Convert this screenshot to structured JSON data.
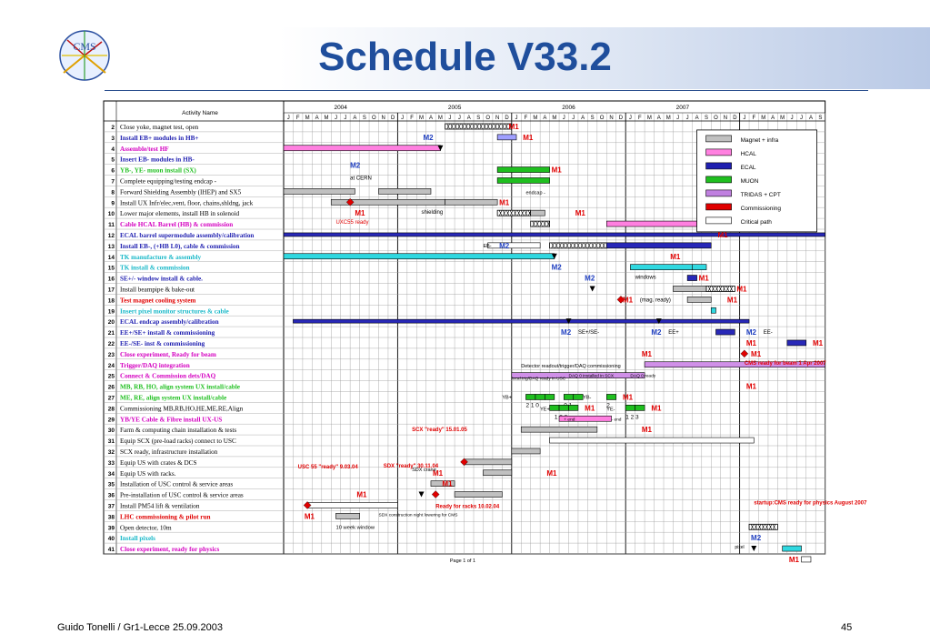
{
  "slide_title": "Schedule V33.2",
  "logo_text": "CMS",
  "footer": {
    "left": "Guido Tonelli / Gr1-Lecce 25.09.2003",
    "page_number": "45"
  },
  "gantt": {
    "activity_header": "Activity Name",
    "years": [
      "2004",
      "2005",
      "2006",
      "2007"
    ],
    "month_letters": [
      "J",
      "F",
      "M",
      "A",
      "M",
      "J",
      "J",
      "A",
      "S",
      "O",
      "N",
      "D"
    ],
    "months_2007": [
      "J",
      "F",
      "M",
      "A",
      "M",
      "J",
      "J",
      "A",
      "S"
    ],
    "page_label": "Page 1 of 1",
    "colors": {
      "blue": "#1f1fb0",
      "magenta": "#d400c0",
      "green": "#1fbf1f",
      "cyan": "#18b8c8",
      "red": "#e00000",
      "black": "#000000",
      "milestone_red": "#e00000",
      "milestone_blue": "#1f3fc0"
    },
    "rows": [
      {
        "n": "2",
        "label": "Close yoke, magnet test, open",
        "color": "black"
      },
      {
        "n": "3",
        "label": "Install EB+ modules in HB+",
        "color": "blue"
      },
      {
        "n": "4",
        "label": "Assemble/test HF",
        "color": "magenta"
      },
      {
        "n": "5",
        "label": "Insert EB- modules in HB-",
        "color": "blue"
      },
      {
        "n": "6",
        "label": "YB-, YE- muon install (SX)",
        "color": "green"
      },
      {
        "n": "7",
        "label": "Complete equipping/testing endcap -",
        "color": "black"
      },
      {
        "n": "8",
        "label": "Forward Shielding Assembly (IHEP) and  SX5",
        "color": "black"
      },
      {
        "n": "9",
        "label": "Install UX Infr/elec,vent, floor, chains,shldng, jack",
        "color": "black"
      },
      {
        "n": "10",
        "label": "Lower major elements, install HB in solenoid",
        "color": "black"
      },
      {
        "n": "11",
        "label": "Cable HCAL Barrel (HB)  & commission",
        "color": "magenta"
      },
      {
        "n": "12",
        "label": "ECAL barrel supermodule assembly/calibration",
        "color": "blue"
      },
      {
        "n": "13",
        "label": "Install EB-, (+HB L0), cable & commission",
        "color": "blue"
      },
      {
        "n": "14",
        "label": "TK manufacture & assembly",
        "color": "cyan"
      },
      {
        "n": "15",
        "label": "TK install & commission",
        "color": "cyan"
      },
      {
        "n": "16",
        "label": "SE+/- window  install & cable.",
        "color": "blue"
      },
      {
        "n": "17",
        "label": "Install beampipe & bake-out",
        "color": "black"
      },
      {
        "n": "18",
        "label": "Test magnet cooling system",
        "color": "red"
      },
      {
        "n": "19",
        "label": "Insert pixel monitor structures & cable",
        "color": "cyan"
      },
      {
        "n": "20",
        "label": "ECAL endcap assembly/calibration",
        "color": "blue"
      },
      {
        "n": "21",
        "label": "EE+/SE+ install & commissioning",
        "color": "blue"
      },
      {
        "n": "22",
        "label": "EE-/SE-  inst & commissioning",
        "color": "blue"
      },
      {
        "n": "23",
        "label": "Close experiment, Ready for beam",
        "color": "magenta"
      },
      {
        "n": "24",
        "label": "Trigger/DAQ integration",
        "color": "magenta"
      },
      {
        "n": "25",
        "label": "Connect & Commission dets/DAQ",
        "color": "magenta"
      },
      {
        "n": "26",
        "label": "MB, RB, HO, align system UX install/cable",
        "color": "green"
      },
      {
        "n": "27",
        "label": "ME, RE, align system UX install/cable",
        "color": "green"
      },
      {
        "n": "28",
        "label": "Commissioning MB,RB,HO,HE,ME,RE,Align",
        "color": "black"
      },
      {
        "n": "29",
        "label": "YB/YE Cable & Fibre install UX-US",
        "color": "magenta"
      },
      {
        "n": "30",
        "label": "Farm & computing chain installation & tests",
        "color": "black"
      },
      {
        "n": "31",
        "label": "Equip SCX  (pre-load racks) connect to  USC",
        "color": "black"
      },
      {
        "n": "32",
        "label": "SCX ready, infrastructure installation",
        "color": "black"
      },
      {
        "n": "33",
        "label": "Equip US with crates & DCS",
        "color": "black"
      },
      {
        "n": "34",
        "label": "Equip US with racks.",
        "color": "black"
      },
      {
        "n": "35",
        "label": "Installation of USC control & service areas",
        "color": "black"
      },
      {
        "n": "36",
        "label": "Pre-installation of USC control & service areas",
        "color": "black"
      },
      {
        "n": "37",
        "label": "Install PM54 lift & ventilation",
        "color": "black"
      },
      {
        "n": "38",
        "label": "LHC commissioning & pilot run",
        "color": "red"
      },
      {
        "n": "39",
        "label": "Open detector, 10m",
        "color": "black"
      },
      {
        "n": "40",
        "label": "Install pixels",
        "color": "cyan"
      },
      {
        "n": "41",
        "label": "Close experiment, ready for physics",
        "color": "magenta"
      }
    ],
    "legend": [
      {
        "label": "Magnet + infra",
        "fill": "#c0c0c0"
      },
      {
        "label": "HCAL",
        "fill": "#ff80e0"
      },
      {
        "label": "ECAL",
        "fill": "#1f1fb0"
      },
      {
        "label": "MUON",
        "fill": "#1fbf1f"
      },
      {
        "label": "TRIDAS + CPT",
        "fill": "#c080e0"
      },
      {
        "label": "Commissioning",
        "fill": "#e00000"
      },
      {
        "label": "Critical path",
        "fill": "#ffffff"
      }
    ],
    "annotations": {
      "m1": "M1",
      "m2": "M2",
      "at_cern": "at CERN",
      "uxc55": "UXC55 ready",
      "shielding": "shielding",
      "endcap_minus": "endcap -",
      "windows": "windows",
      "mag_ready": "(mag. ready)",
      "se_plus_minus": "SE+/SE-",
      "ee_plus": "EE+",
      "ee_minus": "EE-",
      "eb_minus": "EB-",
      "cms_ready_beam": "CMS ready for beam 1 Apr 2007",
      "detector_readout": "Detector readout/trigger/DAQ commissioning",
      "local_trig": "local trig/DAQ ready in USC",
      "daq_installed": "DAQ 0 installed in SCX",
      "daq_ready": "DAQ 0 ready",
      "yb_plus": "YB+",
      "yb_minus": "YB-",
      "ye_plus": "YE+",
      "ye_minus": "YE-",
      "digits_row26a": "2   1    0",
      "digits_row26b": "0    1",
      "digits_row26c": "2",
      "digits_row27a": "1    2    3",
      "digits_row27b": "1  2  3",
      "plus_end": "+ end",
      "minus_end": "- end",
      "scx_ready": "SCX \"ready\" 15.01.05",
      "usc55_ready": "USC 55 \"ready\" 9.03.04",
      "sdx_ready": "SDX \"ready\" 30.11.04",
      "sdx_crane": "SDX crane",
      "ready_racks": "Ready for racks 10.02.04",
      "sdx_construction": "SDX construction night lowering for CMS",
      "ten_week": "10 week window",
      "startup": "startup:CMS ready for physics August 2007",
      "pixel": "pixel"
    }
  }
}
